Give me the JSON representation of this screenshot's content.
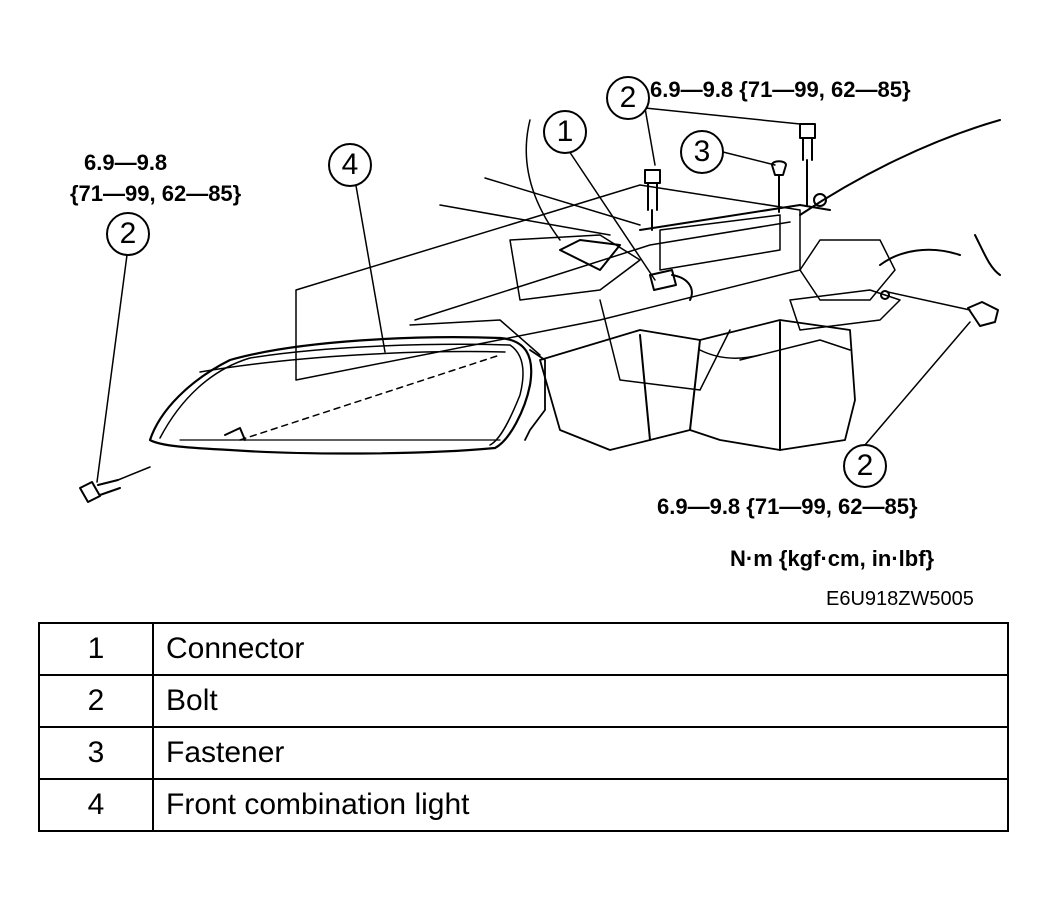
{
  "torque_labels": {
    "top_right": "6.9—9.8 {71—99, 62—85}",
    "left_line1": "6.9—9.8",
    "left_line2": "{71—99, 62—85}",
    "bottom_right": "6.9—9.8 {71—99, 62—85}"
  },
  "callouts": {
    "connector": "1",
    "bolt_top": "2",
    "fastener": "3",
    "light": "4",
    "bolt_left": "2",
    "bolt_right": "2"
  },
  "units": "N·m {kgf·cm,  in·lbf}",
  "figure_code": "E6U918ZW5005",
  "legend": [
    {
      "num": "1",
      "name": "Connector"
    },
    {
      "num": "2",
      "name": "Bolt"
    },
    {
      "num": "3",
      "name": "Fastener"
    },
    {
      "num": "4",
      "name": "Front combination light"
    }
  ]
}
